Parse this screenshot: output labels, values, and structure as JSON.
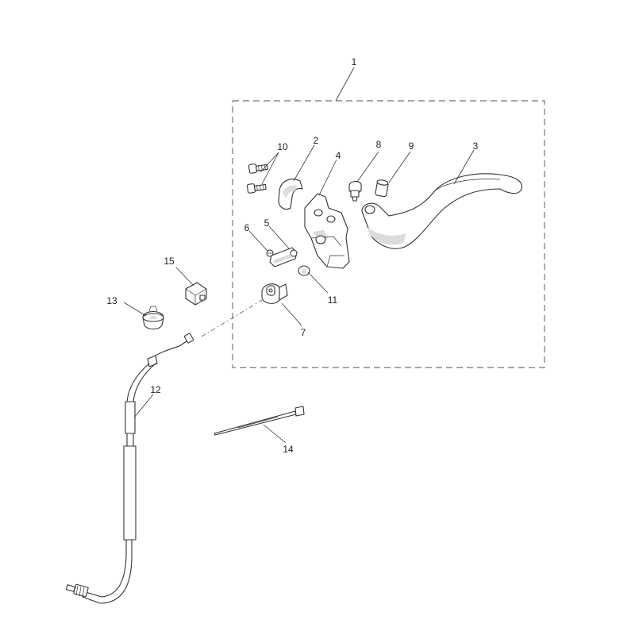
{
  "diagram": {
    "callouts": [
      {
        "id": "c1",
        "label": "1"
      },
      {
        "id": "c2",
        "label": "2"
      },
      {
        "id": "c3",
        "label": "3"
      },
      {
        "id": "c4",
        "label": "4"
      },
      {
        "id": "c5",
        "label": "5"
      },
      {
        "id": "c6",
        "label": "6"
      },
      {
        "id": "c7",
        "label": "7"
      },
      {
        "id": "c8",
        "label": "8"
      },
      {
        "id": "c9",
        "label": "9"
      },
      {
        "id": "c10",
        "label": "10"
      },
      {
        "id": "c11",
        "label": "11"
      },
      {
        "id": "c12",
        "label": "12"
      },
      {
        "id": "c13",
        "label": "13"
      },
      {
        "id": "c14",
        "label": "14"
      },
      {
        "id": "c15",
        "label": "15"
      }
    ],
    "colors": {
      "line": "#333333",
      "kit_box": "#8a8a8a",
      "background": "#ffffff"
    }
  }
}
